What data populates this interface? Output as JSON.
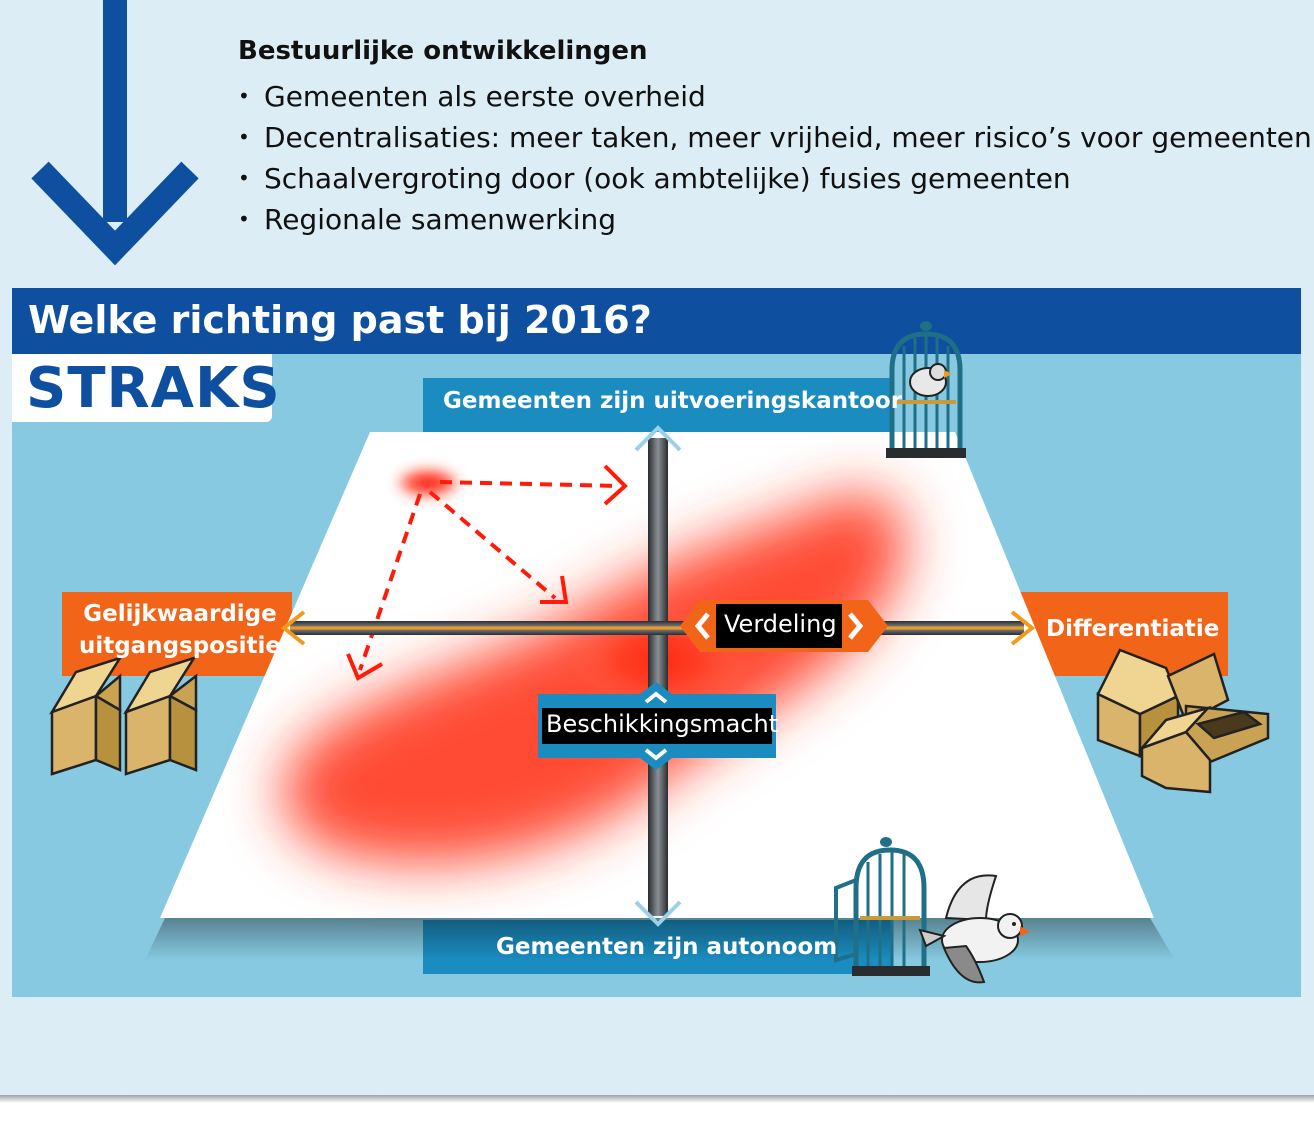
{
  "intro": {
    "heading": "Bestuurlijke ontwikkelingen",
    "items": [
      "Gemeenten als eerste overheid",
      "Decentralisaties: meer taken, meer vrijheid, meer risico’s voor gemeenten",
      "Schaalvergroting door (ook ambtelijke) fusies gemeenten",
      "Regionale samenwerking"
    ]
  },
  "title": "Welke richting past bij 2016?",
  "badge": "STRAKS",
  "axes": {
    "top": "Gemeenten zijn uitvoeringskantoor",
    "bottom": "Gemeenten zijn autonoom",
    "left_line1": "Gelijkwaardige",
    "left_line2": "uitgangspositie",
    "right": "Differentiatie",
    "horizontal_center": "Verdeling",
    "vertical_center": "Beschikkingsmacht"
  },
  "colors": {
    "background": "#dcedf5",
    "title_bar": "#0f4fa0",
    "panel": "#86c9e0",
    "axis_label_blue": "#1b8cbf",
    "axis_label_orange": "#f26418",
    "arrow_orange": "#f39a1e",
    "hotspot_red": "#ff2a10",
    "center_label": "#000000"
  },
  "icons": {
    "down_arrow": "down-arrow-icon",
    "closed_cage": "bird-cage-closed-icon",
    "open_cage": "bird-cage-open-icon",
    "bird": "flying-bird-icon",
    "boxes_left": "open-boxes-icon",
    "boxes_right": "scattered-boxes-icon"
  }
}
